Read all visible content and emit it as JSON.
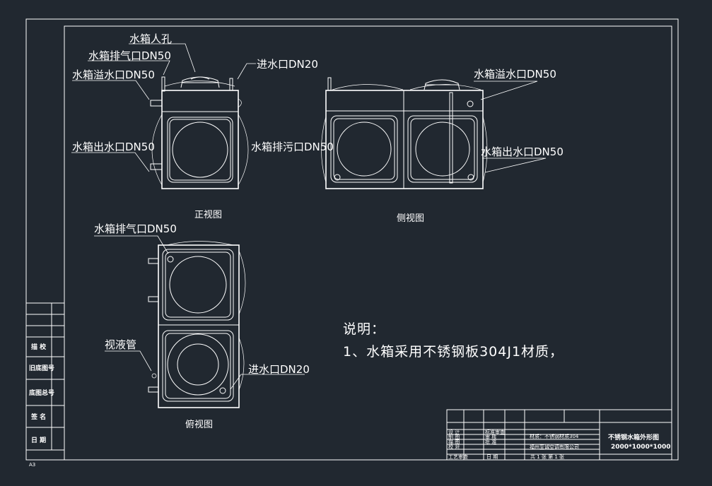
{
  "labels": {
    "front": {
      "manhole": "水箱人孔",
      "vent": "水箱排气口DN50",
      "overflow": "水箱溢水口DN50",
      "outlet": "水箱出水口DN50",
      "inlet": "进水口DN20",
      "drain": "水箱排污口DN50",
      "caption": "正视图"
    },
    "side": {
      "overflow": "水箱溢水口DN50",
      "outlet": "水箱出水口DN50",
      "caption": "侧视图"
    },
    "top": {
      "vent": "水箱排气口DN50",
      "gauge": "视液管",
      "inlet": "进水口DN20",
      "caption": "俯视图"
    }
  },
  "notes": {
    "heading": "说明：",
    "line1": "1、水箱采用不锈钢板304J1材质，"
  },
  "sidebar": {
    "rows": [
      "描  校",
      "旧底图号",
      "底图总号",
      "签  名",
      "日  期"
    ]
  },
  "sheet_size": "A3",
  "title_block": {
    "left_labels": [
      "设  计",
      "制  图",
      "描  图",
      "校  对",
      "工艺审查"
    ],
    "mid_labels": [
      "标准审查",
      "审  核",
      "批  准",
      "日  期"
    ],
    "material": "材质：不锈钢材质304",
    "company": "福州至诚空调有限公司",
    "sheet_info": "共 1 张    第 1 张",
    "title": "不锈钢水箱外形图",
    "dims": "2000*1000*1000"
  }
}
